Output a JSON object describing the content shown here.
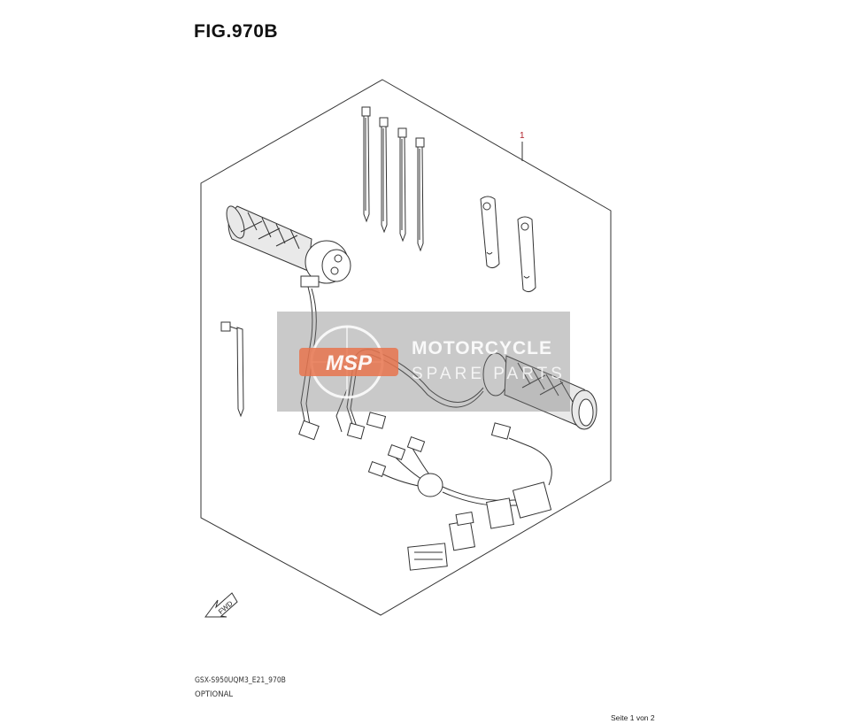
{
  "figure": {
    "title": "FIG.970B",
    "callout_number": "1"
  },
  "footer": {
    "code": "GSX-S950UQM3_E21_970B",
    "label": "OPTIONAL",
    "page_note": "Seite 1 von 2"
  },
  "watermark": {
    "logo_text": "MSP",
    "line1": "MOTORCYCLE",
    "line2": "SPARE PARTS"
  },
  "direction_arrow": {
    "label": "FWD"
  },
  "colors": {
    "callout": "#b0202a",
    "watermark_box": "#808080",
    "watermark_logo": "#e8744e"
  }
}
